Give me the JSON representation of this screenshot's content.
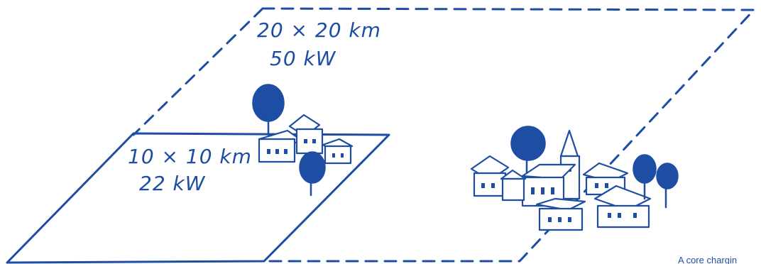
{
  "outer_area": {
    "size_label": "20 × 20 km",
    "power_label": "50 kW"
  },
  "inner_area": {
    "size_label": "10 × 10 km",
    "power_label": "22 kW"
  },
  "caption": "A core chargin",
  "colors": {
    "ink": "#1d4ea3",
    "background": "#ffffff"
  }
}
